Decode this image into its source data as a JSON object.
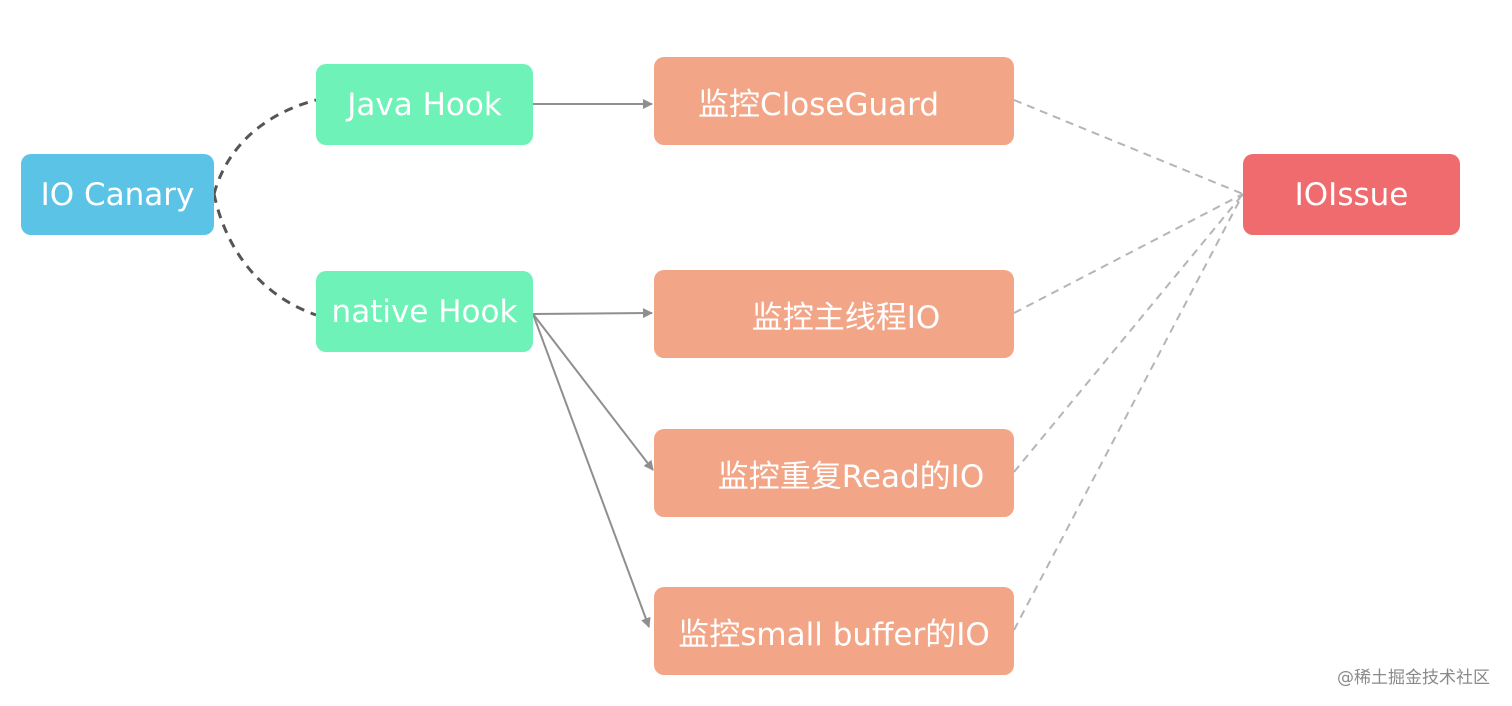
{
  "colors": {
    "root": "#5bc4e6",
    "hook": "#6ff2b8",
    "monitor": "#f2a687",
    "issue": "#ef6b6e",
    "connector_dashed": "#555555",
    "connector_light": "#b5b5b5",
    "arrow": "#8f8f8f"
  },
  "nodes": {
    "root": {
      "label": "IO Canary"
    },
    "java_hook": {
      "label": "Java Hook"
    },
    "native_hook": {
      "label": "native Hook"
    },
    "monitor_closeguard": {
      "label": "监控CloseGuard"
    },
    "monitor_main_thread": {
      "label": "监控主线程IO"
    },
    "monitor_repeat_read": {
      "label": "监控重复Read的IO"
    },
    "monitor_small_buffer": {
      "label": "监控small buffer的IO"
    },
    "issue": {
      "label": "IOIssue"
    }
  },
  "watermark": "@稀土掘金技术社区"
}
